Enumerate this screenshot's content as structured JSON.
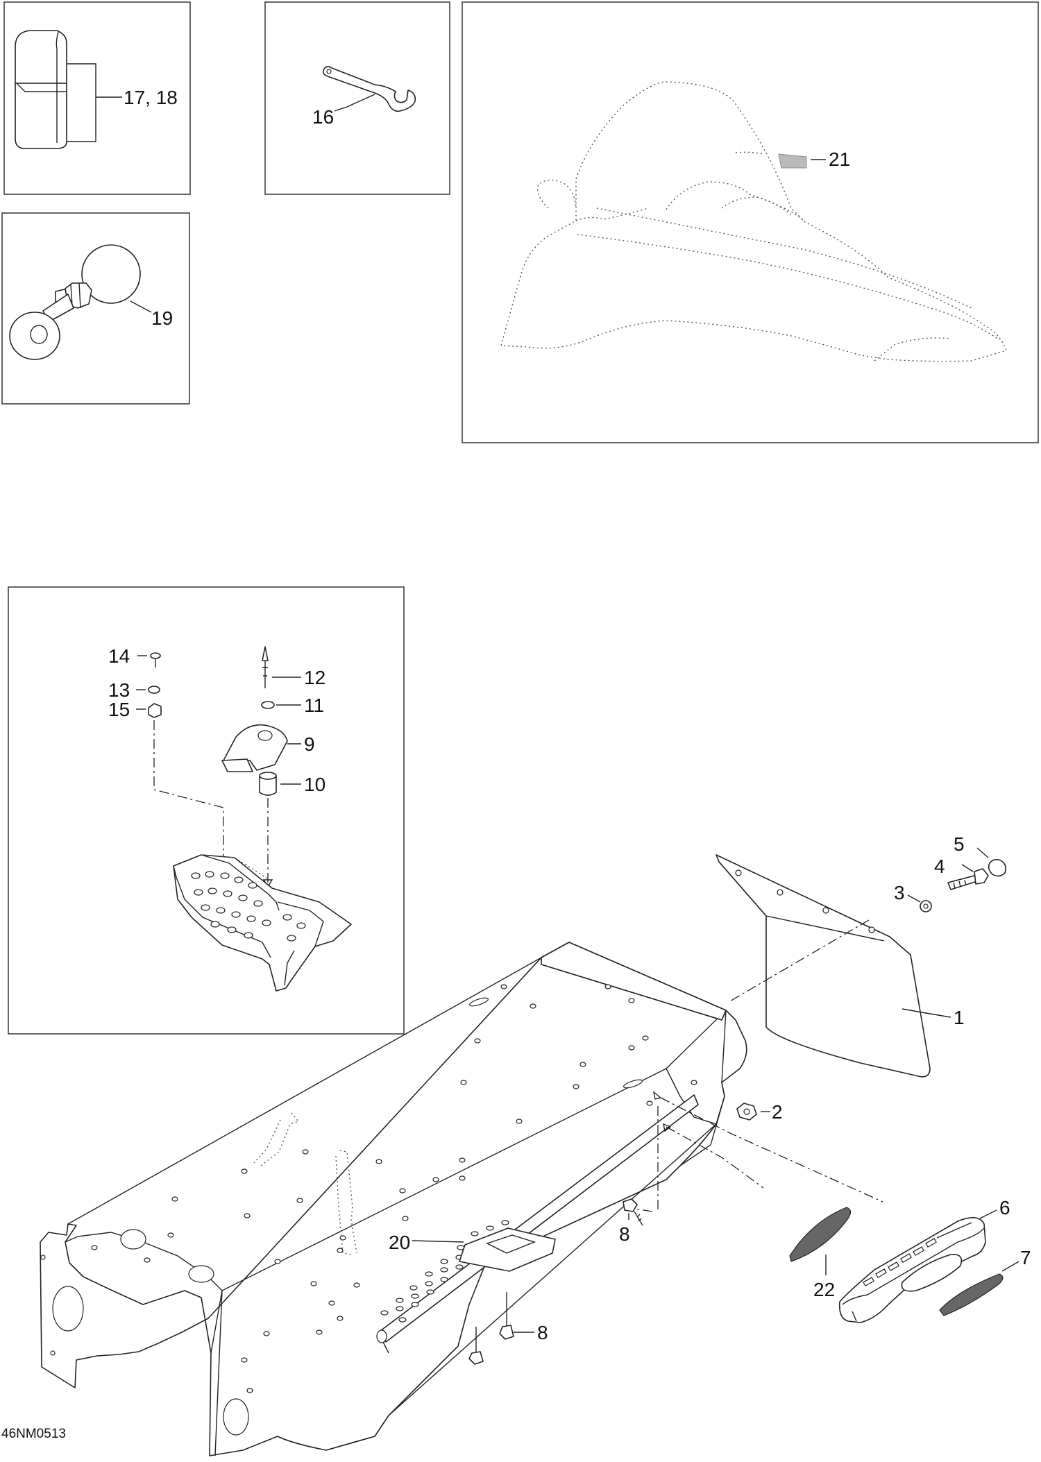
{
  "diagram_code": "46NM0513",
  "callouts": {
    "c1": "1",
    "c2": "2",
    "c3": "3",
    "c4": "4",
    "c5": "5",
    "c6": "6",
    "c7": "7",
    "c8a": "8",
    "c8b": "8",
    "c9": "9",
    "c10": "10",
    "c11": "11",
    "c12": "12",
    "c13": "13",
    "c14": "14",
    "c15": "15",
    "c16": "16",
    "c17_18": "17, 18",
    "c19": "19",
    "c20": "20",
    "c21": "21",
    "c22": "22"
  }
}
